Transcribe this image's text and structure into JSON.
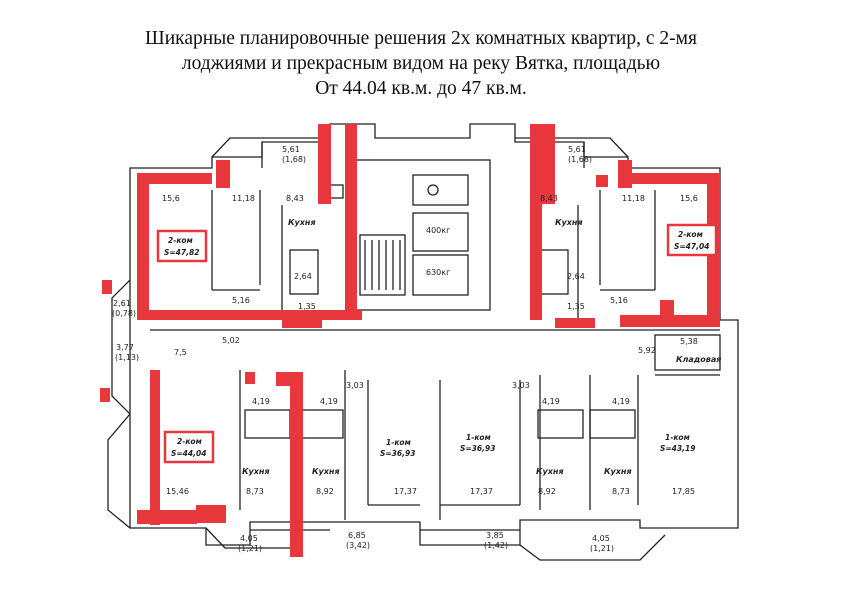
{
  "title": {
    "line1": "Шикарные планировочные решения 2х комнатных квартир, с 2-мя",
    "line2": "лоджиями и прекрасным видом на реку Вятка, площадью",
    "line3": "От 44.04 кв.м. до 47 кв.м."
  },
  "colors": {
    "highlight": "#e8383d",
    "wall": "#222222"
  },
  "plan": {
    "apartments": [
      {
        "type": "2-ком",
        "area": "S=47,82",
        "highlighted": true
      },
      {
        "type": "2-ком",
        "area": "S=47,04",
        "highlighted": true
      },
      {
        "type": "2-ком",
        "area": "S=44,04",
        "highlighted": true
      },
      {
        "type": "1-ком",
        "area": "S=36,93",
        "highlighted": false
      },
      {
        "type": "1-ком",
        "area": "S=36,93",
        "highlighted": false
      },
      {
        "type": "1-ком",
        "area": "S=43,19",
        "highlighted": false
      }
    ],
    "room_labels": {
      "kitchen": "Кухня",
      "storage": "Кладовая",
      "r_15_6": "15,6",
      "r_11_18": "11,18",
      "r_8_43": "8,43",
      "r_5_61": "5,61",
      "r_1_68": "(1,68)",
      "r_2_64": "2,64",
      "r_1_35": "1,35",
      "r_5_16": "5,16",
      "r_2_61": "2,61",
      "r_0_78": "(0,78)",
      "r_3_77": "3,77",
      "r_1_13": "(1,13)",
      "r_5_02": "5,02",
      "r_4_19": "4,19",
      "r_3_03": "3,03",
      "r_15_46": "15,46",
      "r_8_73": "8,73",
      "r_8_92": "8,92",
      "r_17_37": "17,37",
      "r_17_85": "17,85",
      "r_4_05": "4,05",
      "r_1_21": "(1,21)",
      "r_6_85": "6,85",
      "r_3_42": "(3,42)",
      "r_3_85": "3,85",
      "r_1_42": "(1,42)",
      "r_5_38": "5,38",
      "r_400": "400кг",
      "r_630": "630кг",
      "r_7_5": "7,5",
      "r_5_92": "5,92"
    }
  }
}
